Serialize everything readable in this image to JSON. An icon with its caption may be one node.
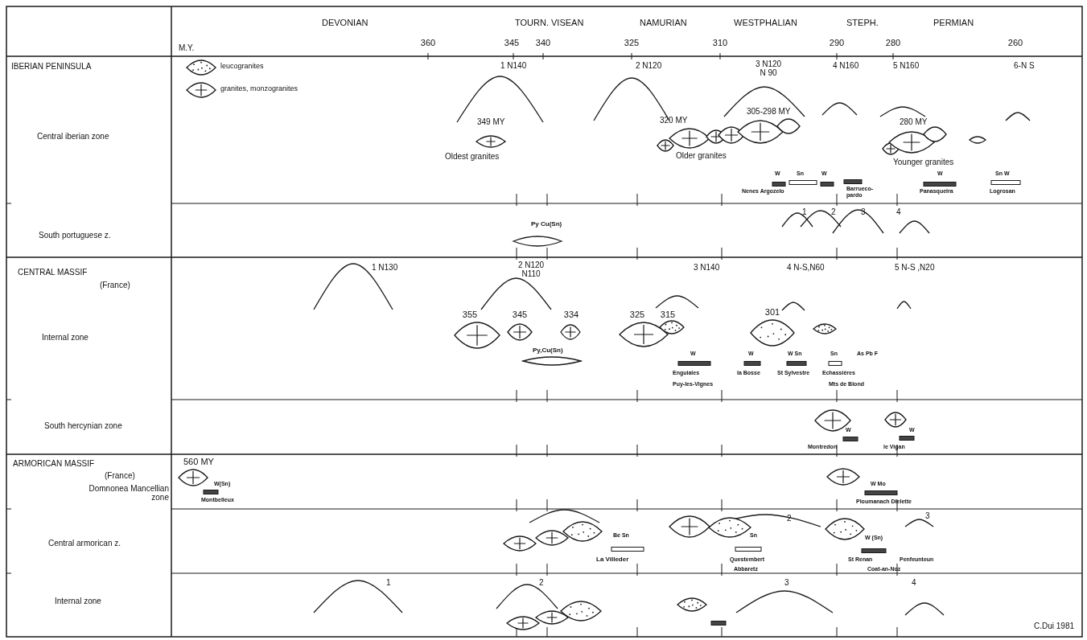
{
  "diagram": {
    "labels": [
      "DEVONIAN",
      "TOURN. VISEAN",
      "NAMURIAN",
      "WESTPHALIAN",
      "STEPH.",
      "PERMIAN",
      "M.Y.",
      "360",
      "345",
      "340",
      "325",
      "310",
      "290",
      "280",
      "260",
      "IBERIAN PENINSULA",
      "Central iberian zone",
      "South portuguese z.",
      "CENTRAL MASSIF",
      "(France)",
      "Internal zone",
      "South hercynian zone",
      "ARMORICAN MASSIF",
      "(France)",
      "Domnonea Mancellian zone",
      "Central armorican z.",
      "Internal zone",
      "1 N140",
      "2 N120",
      "3 N120 N 90",
      "4 N160",
      "5 N160",
      "6-N S",
      "349 MY",
      "Oldest granites",
      "320 MY",
      "305-298 MY",
      "Older granites",
      "280 MY",
      "Younger granites",
      "W",
      "Sn",
      "W",
      "W",
      "Sn W",
      "Nenes Argozelo",
      "Barrueco-pardo",
      "Panasqueira",
      "Logrosan",
      "Py Cu(Sn)",
      "1",
      "2",
      "3",
      "4",
      "1 N130",
      "2 N120 N110",
      "3 N140",
      "4 N-S,N60",
      "5 N-S ,N20",
      "355",
      "345",
      "334",
      "325",
      "315",
      "301",
      "Py,Cu(Sn)",
      "W",
      "W",
      "W Sn",
      "Sn",
      "As Pb F",
      "Enguiales",
      "la Bosse",
      "St Sylvestre",
      "Echassières",
      "Puy-les-Vignes",
      "Mts de Blond",
      "W",
      "W",
      "Montredon",
      "le Vigan",
      "560 MY",
      "W(Sn)",
      "Montbelleux",
      "W Mo",
      "Ploumanach Dielette",
      "2",
      "3",
      "Be Sn",
      "La Villeder",
      "Sn",
      "Questembert",
      "Abbaretz",
      "W (Sn)",
      "St Renan",
      "Penfeunteun",
      "Coat-an-Noz",
      "1",
      "2",
      "3",
      "4",
      "C.Dui 1981"
    ],
    "legend": [
      {
        "text": "leucogranites"
      },
      {
        "text": "granites, monzogranites"
      }
    ]
  }
}
